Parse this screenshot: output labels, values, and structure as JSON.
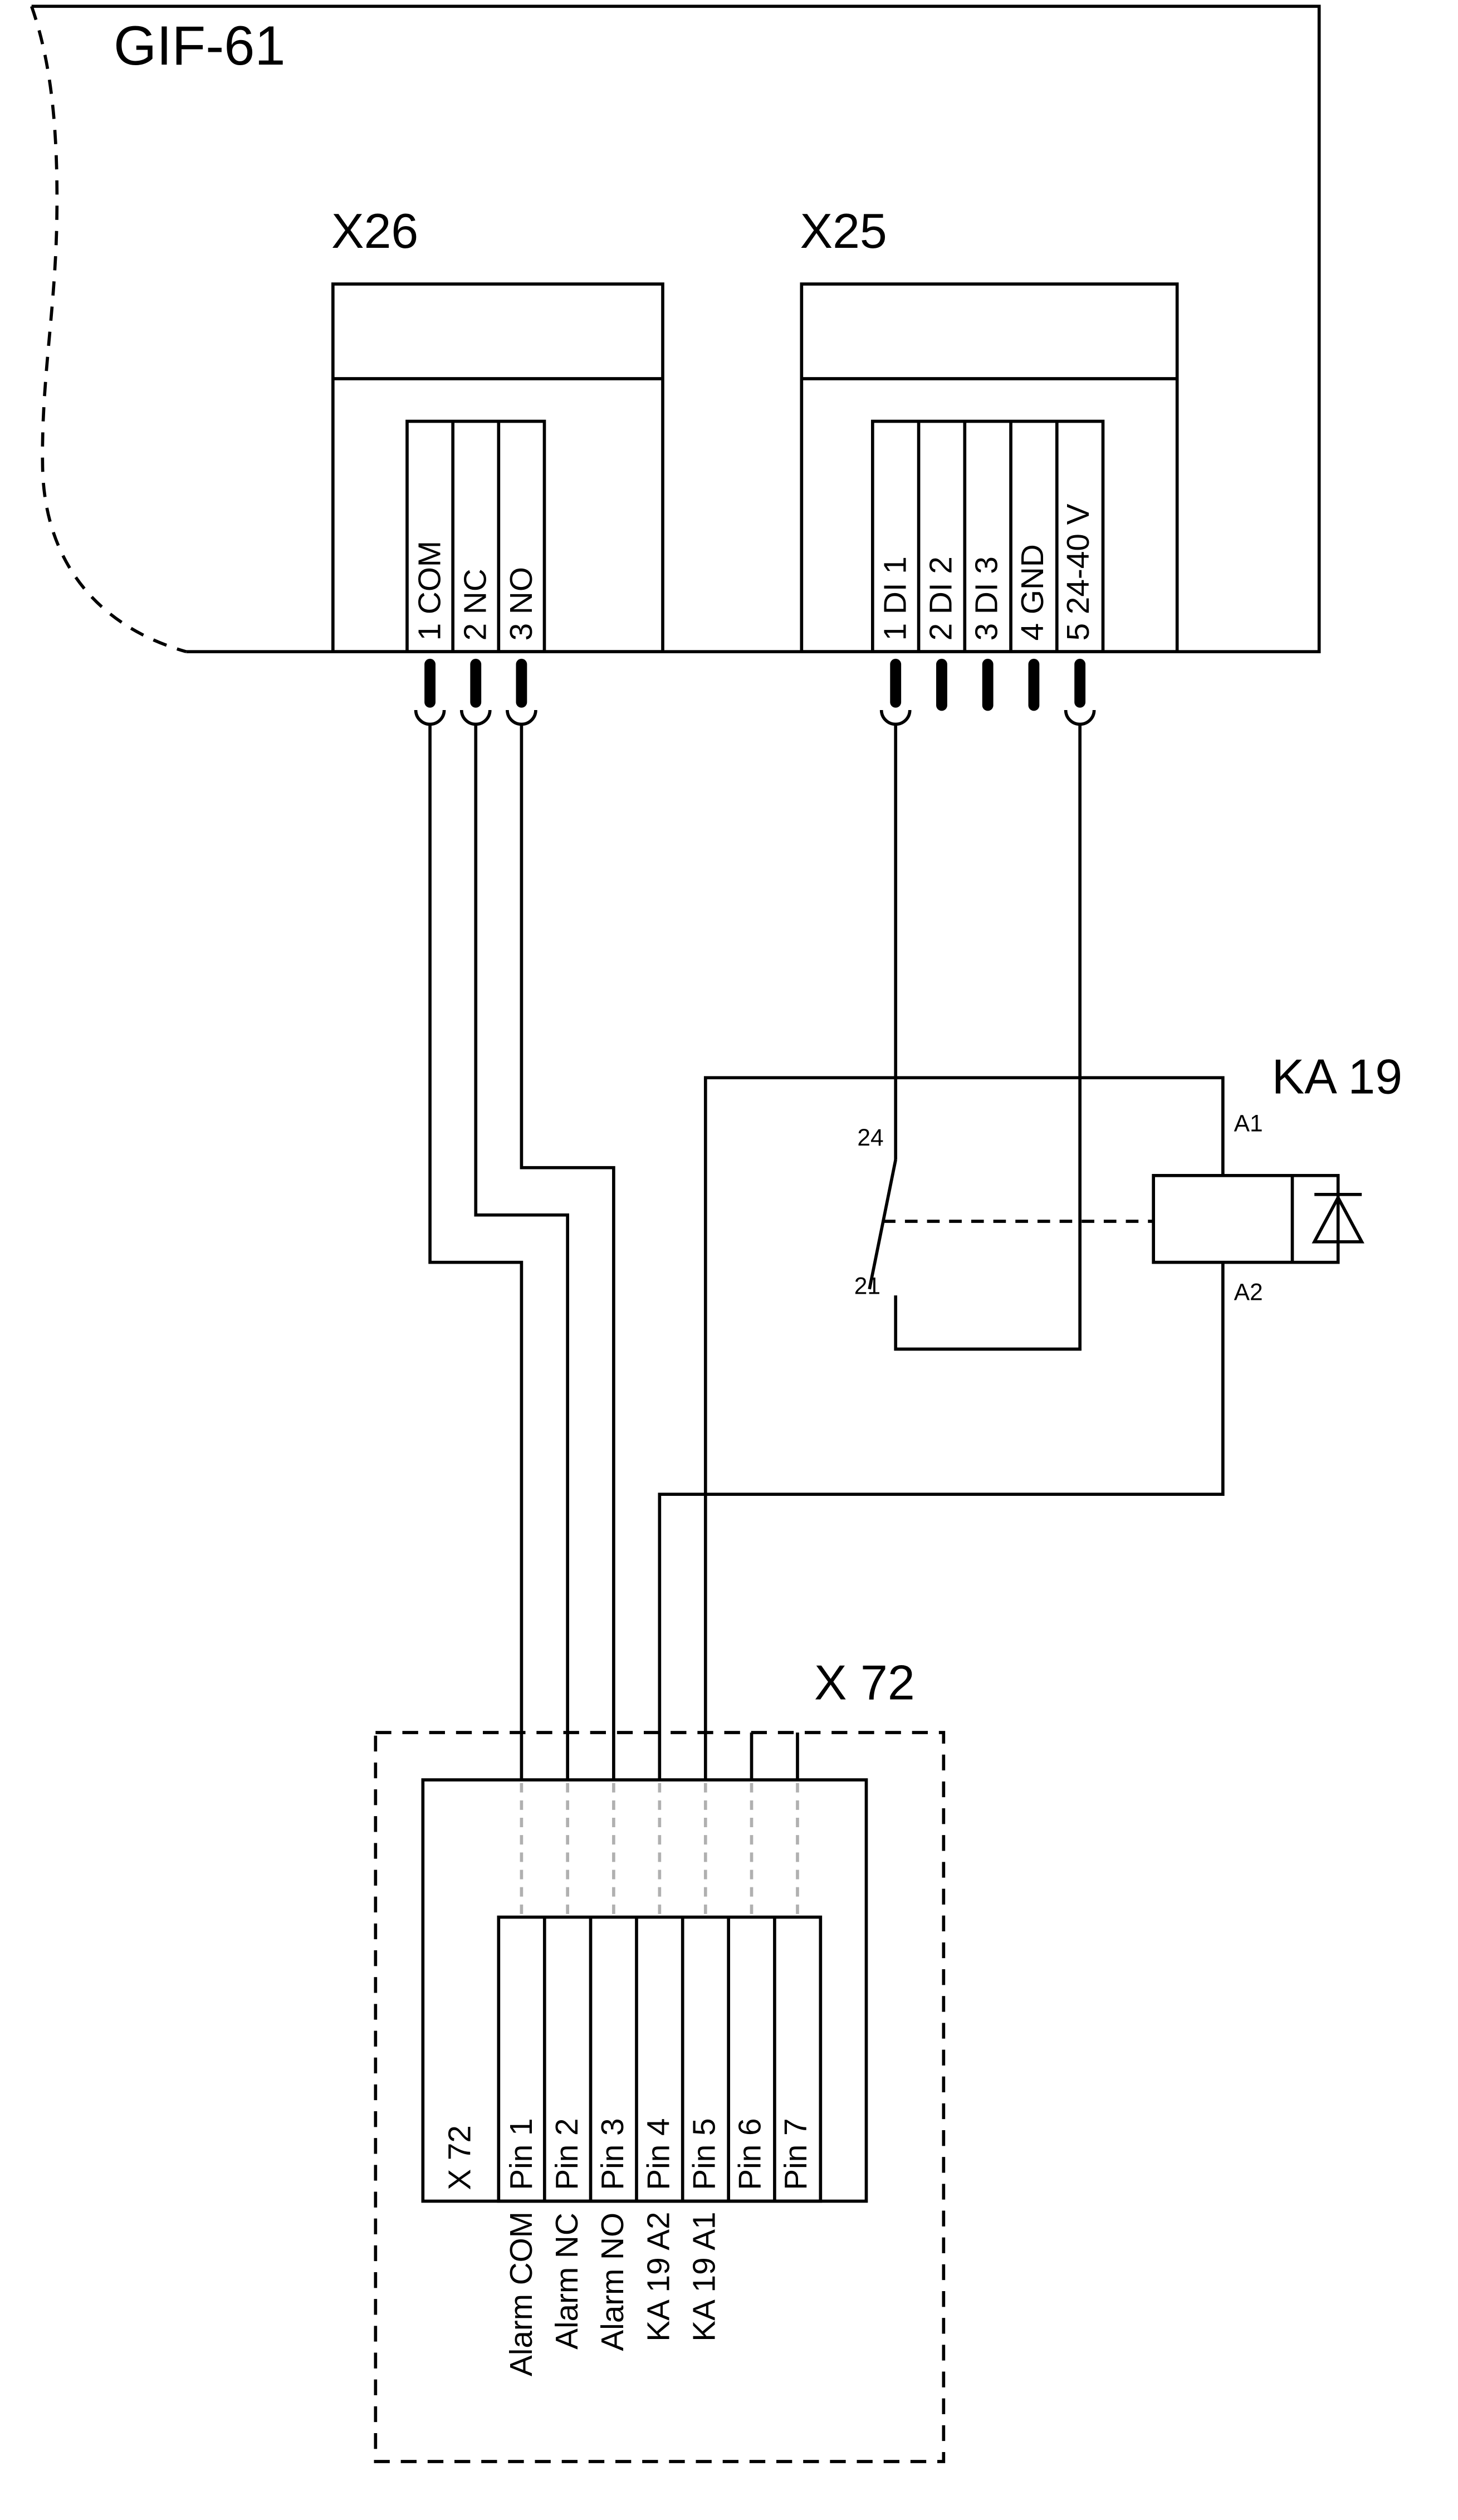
{
  "device_title": "GIF-61",
  "x26": {
    "label": "X26",
    "terminals": [
      "1 COM",
      "2 NC",
      "3 NO"
    ]
  },
  "x25": {
    "label": "X25",
    "terminals": [
      "1 DI 1",
      "2 DI 2",
      "3 DI 3",
      "4 GND",
      "5 24-40 V"
    ]
  },
  "relay": {
    "label": "KA 19",
    "contact_terminal_top": "24",
    "contact_terminal_bottom": "21",
    "coil_terminal_top": "A1",
    "coil_terminal_bottom": "A2"
  },
  "x72": {
    "title": "X 72",
    "header": "X 72",
    "pins": [
      "Pin 1",
      "Pin 2",
      "Pin 3",
      "Pin 4",
      "Pin 5",
      "Pin 6",
      "Pin 7"
    ],
    "signal_labels": [
      "Alarm COM",
      "Alarm NC",
      "Alarm NO",
      "KA 19 A2",
      "KA 19 A1"
    ]
  },
  "colors": {
    "line": "#000000",
    "ghost_wire": "#b0b0b0"
  }
}
